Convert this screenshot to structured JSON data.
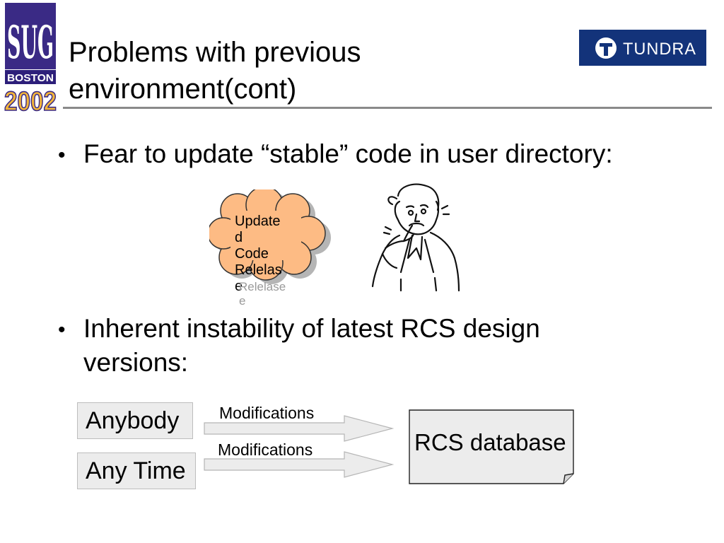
{
  "slide": {
    "title_line1": "Problems with previous",
    "title_line2": "environment(cont)"
  },
  "conference_logo": {
    "letters": "SUG",
    "city": "BOSTON",
    "year": "2002"
  },
  "brand_logo": {
    "name": "TUNDRA",
    "color": "#13337a"
  },
  "bullets": [
    {
      "marker": "•",
      "text": "Fear to update “stable” code in user directory:"
    },
    {
      "marker": "•",
      "text": "Inherent instability of latest RCS design versions:"
    }
  ],
  "cloud": {
    "lines": [
      "Update",
      "d",
      "Code",
      "Relelas",
      "e"
    ],
    "ghost_lines": [
      "Relelase",
      "e"
    ],
    "fill_color": "#fdbb84"
  },
  "flow": {
    "sources": [
      "Anybody",
      "Any Time"
    ],
    "arrow_labels": [
      "Modifications",
      "Modifications"
    ],
    "target": "RCS database"
  }
}
